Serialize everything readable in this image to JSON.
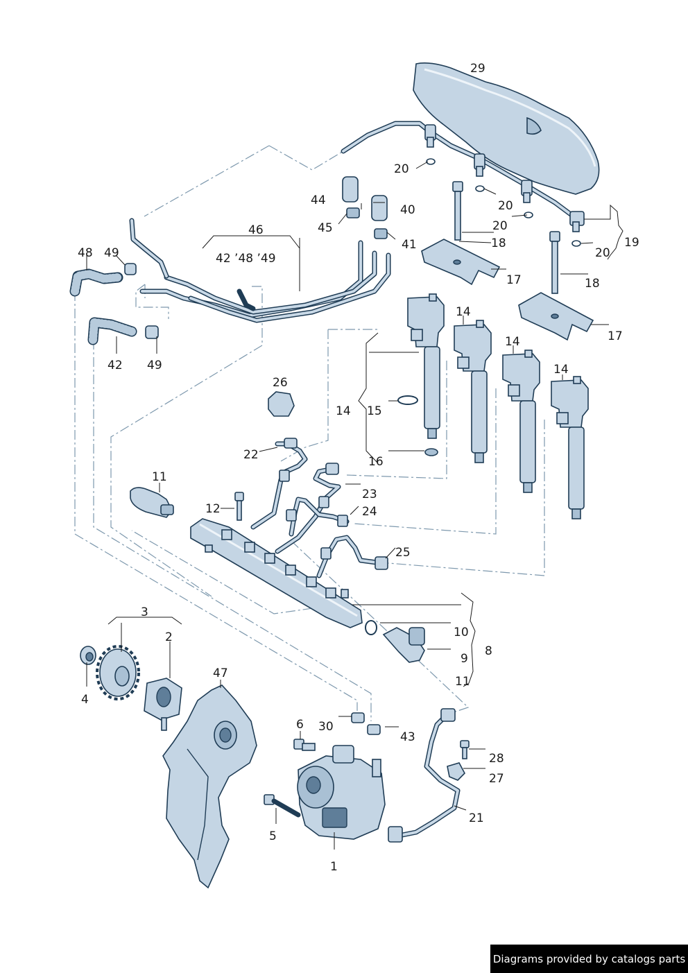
{
  "labels": {
    "l1": "1",
    "l2": "2",
    "l3": "3",
    "l4": "4",
    "l5": "5",
    "l6": "6",
    "l8": "8",
    "l9": "9",
    "l10": "10",
    "l11a": "11",
    "l11b": "11",
    "l12": "12",
    "l14a": "14",
    "l14b": "14",
    "l14c": "14",
    "l14d": "14",
    "l15": "15",
    "l16": "16",
    "l17a": "17",
    "l17b": "17",
    "l18a": "18",
    "l18b": "18",
    "l19": "19",
    "l20a": "20",
    "l20b": "20",
    "l20c": "20",
    "l20d": "20",
    "l21": "21",
    "l22": "22",
    "l23": "23",
    "l24": "24",
    "l25": "25",
    "l26": "26",
    "l27": "27",
    "l28": "28",
    "l29": "29",
    "l30": "30",
    "l40": "40",
    "l41": "41",
    "l42": "42",
    "l43": "43",
    "l44": "44",
    "l45": "45",
    "l46": "46",
    "l46sub": "42 ’48 ’49",
    "l47": "47",
    "l48": "48",
    "l49a": "49",
    "l49b": "49"
  },
  "credit": "Diagrams provided by catalogs parts",
  "colors": {
    "part_fill": "#c4d5e4",
    "outline": "#1f3c55",
    "leader_dash": "#7d98ad"
  }
}
